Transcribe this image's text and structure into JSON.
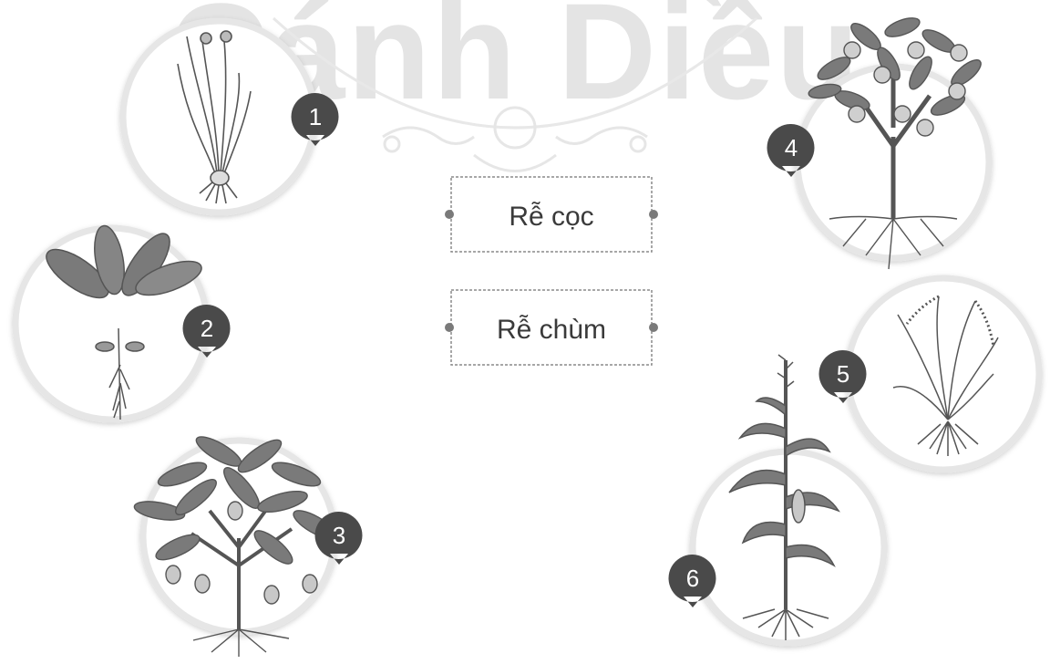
{
  "watermark": {
    "text": "Cánh Diều"
  },
  "labels": [
    {
      "id": "tap-root",
      "text": "Rễ cọc"
    },
    {
      "id": "fibrous-root",
      "text": "Rễ chùm"
    }
  ],
  "plants": [
    {
      "number": "1",
      "icon": "scallion-plant-icon"
    },
    {
      "number": "2",
      "icon": "leafy-seedling-icon"
    },
    {
      "number": "3",
      "icon": "mango-tree-icon"
    },
    {
      "number": "4",
      "icon": "orange-tree-icon"
    },
    {
      "number": "5",
      "icon": "rice-plant-icon"
    },
    {
      "number": "6",
      "icon": "corn-plant-icon"
    }
  ],
  "colors": {
    "badge": "#4a4a4a",
    "circle_border": "#e6e6e6",
    "plant_stroke": "#555555",
    "leaf_fill": "#7a7a7a",
    "fruit_fill": "#c8c8c8",
    "box_border": "#8a8a8a",
    "connector_dot": "#7a7a7a"
  }
}
